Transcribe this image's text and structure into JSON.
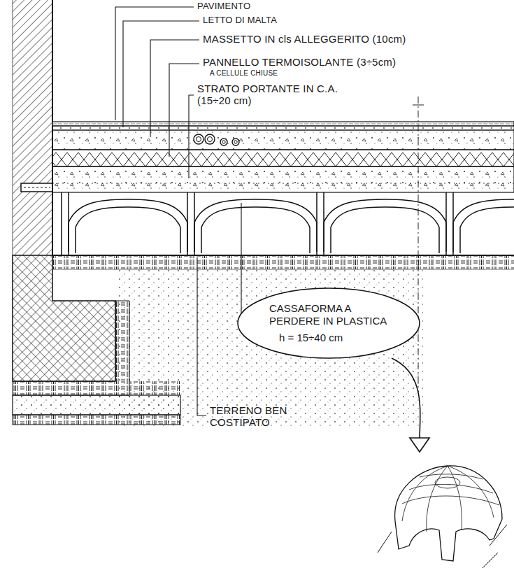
{
  "diagram": {
    "nodes": [
      {
        "text": [
          "CASSAFORMA A PERDERE IN PLASTICA",
          "h = 15÷40 cm"
        ]
      }
    ],
    "labels": [
      "PAVIMENTO",
      "LETTO DI MALTA",
      "MASSETTO IN cls ALLEGGERITO (10cm)",
      "PANNELLO TERMOISOLANTE (3÷5cm)",
      "A CELLULE CHIUSE",
      "STRATO PORTANTE IN C.A. (15÷20 cm)",
      "TERRENO BEN COSTIPATO"
    ]
  }
}
